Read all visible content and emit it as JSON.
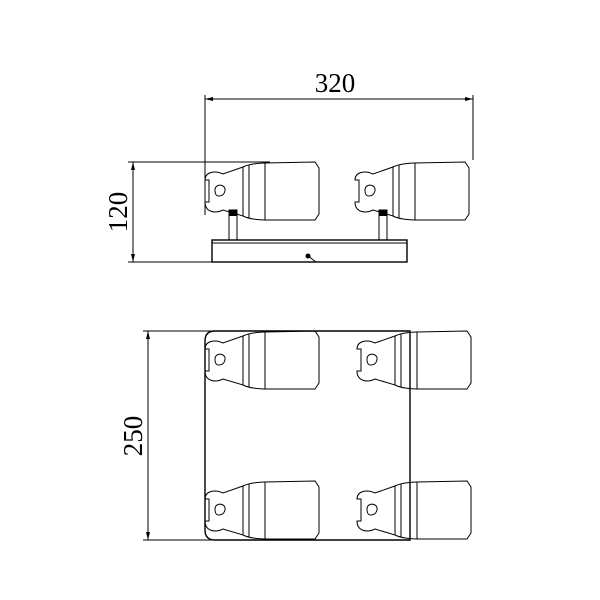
{
  "dimensions": {
    "width": "320",
    "height_side": "120",
    "depth_top": "250"
  }
}
